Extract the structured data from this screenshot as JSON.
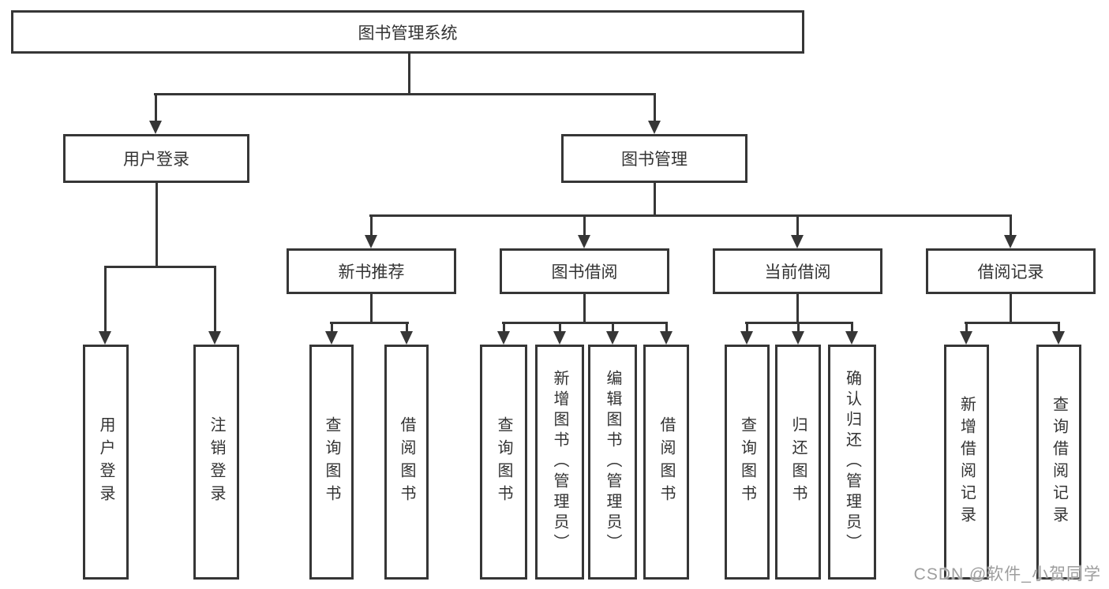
{
  "diagram": {
    "root": "图书管理系统",
    "branches": {
      "user_login": {
        "label": "用户登录",
        "children": {
          "login": "用户登录",
          "logout": "注销登录"
        }
      },
      "book_mgmt": {
        "label": "图书管理",
        "children": {
          "new_book_rec": {
            "label": "新书推荐",
            "children": {
              "query_books": "查询图书",
              "borrow_books": "借阅图书"
            }
          },
          "book_borrow": {
            "label": "图书借阅",
            "children": {
              "query_books": "查询图书",
              "add_books": "新增图书（管理员）",
              "edit_books": "编辑图书（管理员）",
              "borrow_books": "借阅图书"
            }
          },
          "current_borrow": {
            "label": "当前借阅",
            "children": {
              "query_books": "查询图书",
              "return_books": "归还图书",
              "confirm_return": "确认归还（管理员）"
            }
          },
          "borrow_records": {
            "label": "借阅记录",
            "children": {
              "add_record": "新增借阅记录",
              "query_record": "查询借阅记录"
            }
          }
        }
      }
    },
    "watermark": "CSDN @软件_小贺同学",
    "colors": {
      "line": "#363636",
      "text": "#333333",
      "background": "#ffffff",
      "watermark": "#9e9e9e"
    }
  }
}
